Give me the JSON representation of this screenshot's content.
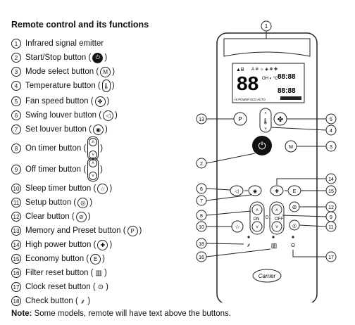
{
  "title": "Remote control and its functions",
  "items": [
    {
      "n": "1",
      "pre": "Infrared signal emitter",
      "post": ""
    },
    {
      "n": "2",
      "pre": "Start/Stop button (",
      "post": ")"
    },
    {
      "n": "3",
      "pre": "Mode select button (",
      "post": ")"
    },
    {
      "n": "4",
      "pre": "Temperature button (",
      "post": ")"
    },
    {
      "n": "5",
      "pre": "Fan speed button (",
      "post": ")"
    },
    {
      "n": "6",
      "pre": "Swing louver button (",
      "post": ")"
    },
    {
      "n": "7",
      "pre": "Set louver button (",
      "post": ")"
    },
    {
      "n": "8",
      "pre": "On timer button (",
      "post": ")"
    },
    {
      "n": "9",
      "pre": "Off timer button (",
      "post": ")"
    },
    {
      "n": "10",
      "pre": "Sleep timer button (",
      "post": ")"
    },
    {
      "n": "11",
      "pre": "Setup button (",
      "post": ")"
    },
    {
      "n": "12",
      "pre": "Clear button (",
      "post": ")"
    },
    {
      "n": "13",
      "pre": "Memory and Preset button (",
      "post": ")"
    },
    {
      "n": "14",
      "pre": "High power button (",
      "post": ")"
    },
    {
      "n": "15",
      "pre": "Economy button (",
      "post": ")"
    },
    {
      "n": "16",
      "pre": "Filter reset button (",
      "post": ")"
    },
    {
      "n": "17",
      "pre": "Clock reset button (",
      "post": ")"
    },
    {
      "n": "18",
      "pre": "Check button (",
      "post": ")"
    }
  ],
  "icons": {
    "mode": "M",
    "pm": "P",
    "economy": "E",
    "on_label": "ON",
    "off_label": "OFF"
  },
  "display": {
    "ab": "▲B",
    "digits": "88",
    "degree": "°C",
    "mode_bar": "HI POWER ECO AUTO"
  },
  "brand": "Carrier",
  "note_label": "Note:",
  "note_text": " Some models, remote will have text above the buttons."
}
